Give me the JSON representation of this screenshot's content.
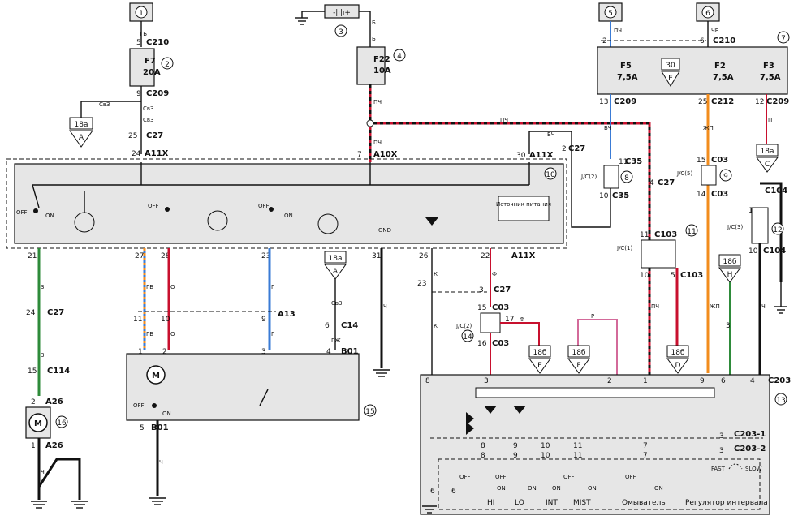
{
  "blocks": {
    "fuse_f7": {
      "name": "F7",
      "rating": "20A",
      "callout": "2"
    },
    "fuse_f22": {
      "name": "F22",
      "rating": "10A",
      "callout": "4"
    },
    "battery": {
      "callout": "3"
    },
    "fuse_block_7": {
      "callout": "7",
      "f5": "F5",
      "f5_rating": "7,5A",
      "f2": "F2",
      "f2_rating": "7,5A",
      "f3": "F3",
      "f3_rating": "7,5A",
      "ref30": "30",
      "refE": "E"
    },
    "relay_module_10": {
      "callout": "10",
      "power_label": "Источник питания",
      "off1": "OFF",
      "on1": "ON",
      "off2": "OFF",
      "off3": "OFF",
      "on3": "ON",
      "gnd": "GND"
    },
    "jc2_c35": {
      "label": "J/C(2)",
      "callout": "8",
      "c_top": "C35",
      "c_bot": "C35",
      "p_top": "11",
      "p_bot": "10"
    },
    "jc5_c03": {
      "label": "J/C(5)",
      "callout": "9",
      "c_top": "C03",
      "c_bot": "C03",
      "p_top": "15",
      "p_bot": "14"
    },
    "jc3_c104": {
      "label": "J/C(3)",
      "callout": "12",
      "c_top": "C104",
      "c_bot": "C104",
      "p_top": "11",
      "p_bot": "10"
    },
    "jc1_c103": {
      "label": "J/C(1)",
      "callout": "11",
      "c_top": "C103",
      "c_bot": "C103",
      "p_a": "11",
      "p_b": "10",
      "p_c": "5"
    },
    "jc2_c03": {
      "label": "J/C(2)",
      "callout": "14",
      "c_top": "C03",
      "c_bot": "C03",
      "p_a": "15",
      "p_b": "17",
      "p_c": "16"
    },
    "wiper_motor_15": {
      "callout": "15",
      "off": "OFF",
      "on": "ON",
      "conn": "B01",
      "conn2": "B01",
      "motor": "M"
    },
    "washer_motor_16": {
      "callout": "16",
      "motor": "M",
      "conn": "A26",
      "conn2": "A26"
    },
    "switch_13": {
      "callout": "13",
      "hi": "HI",
      "lo": "LO",
      "int": "INT",
      "mist": "MIST",
      "washer": "Омыватель",
      "interval": "Регулятор интервала",
      "fast": "FAST",
      "slow": "SLOW",
      "off_a": "OFF",
      "on_a": "ON",
      "off_b": "OFF",
      "on_b": "ON",
      "on_c": "ON",
      "off_d": "OFF",
      "on_d": "ON",
      "off_e": "OFF",
      "on_e": "ON",
      "conn": "C203",
      "conn_a": "C203-1",
      "conn_b": "C203-2"
    }
  },
  "source_circles": [
    "1",
    "5",
    "6"
  ],
  "connectors": {
    "c210_a": "C210",
    "c209_a": "C209",
    "c27_a": "C27",
    "a11x_a": "A11X",
    "a10x": "A10X",
    "a11x_b": "A11X",
    "c27_b": "C27",
    "c210_b": "C210",
    "c209_b": "C209",
    "c212": "C212",
    "c209_c": "C209",
    "c27_c": "C27",
    "c27_d": "C27",
    "c114": "C114",
    "a13": "A13",
    "c14": "C14",
    "a11x_c": "A11X",
    "c27_e": "C27"
  },
  "refs": {
    "r18a_1": "18а",
    "A_1": "A",
    "r18a_2": "18а",
    "C_2": "C",
    "r18a_3": "18а",
    "A_3": "A",
    "r18b_1": "18б",
    "H_1": "H",
    "r18b_2": "18б",
    "E_2": "E",
    "r18b_3": "18б",
    "F_3": "F",
    "r18b_4": "18б",
    "D_4": "D"
  },
  "wire_colors": {
    "w_gb": "ГБ",
    "w_sz1": "СвЗ",
    "w_sz2": "СвЗ",
    "w_sz3": "СвЗ",
    "w_pch1": "ПЧ",
    "w_pch2": "ПЧ",
    "w_b1": "Б",
    "w_b2": "Б",
    "w_pch3": "ПЧ",
    "w_chb": "ЧБ",
    "w_bch1": "БЧ",
    "w_bch2": "БЧ",
    "w_bch3": "БЧ",
    "w_pch4": "ПЧ",
    "w_zhp1": "ЖП",
    "w_zhp2": "ЖП",
    "w_p1": "П",
    "w_z1": "З",
    "w_z2": "З",
    "w_gb2": "ГБ",
    "w_o1": "О",
    "w_gb3": "ГБ",
    "w_o2": "О",
    "w_gb4": "Г",
    "w_gb5": "Г",
    "w_gzh": "ГЖ",
    "w_ch1": "Ч",
    "w_k1": "К",
    "w_k2": "К",
    "w_f1": "Ф",
    "w_f2": "Ф",
    "w_r": "Р",
    "w_pch5": "ПЧ",
    "w_zhp3": "ЖП",
    "w_ch2": "Ч",
    "w_ch3": "Ч",
    "w_ch4": "Ч",
    "w_ch5": "Ч"
  },
  "pins": {
    "p5": "5",
    "p9": "9",
    "p25": "25",
    "p24": "24",
    "p7": "7",
    "p30": "30",
    "p2": "2",
    "p2b": "2",
    "p6": "6",
    "p13": "13",
    "p25b": "25",
    "p12": "12",
    "p15b": "15",
    "p14b": "14",
    "p4": "4",
    "p21": "21",
    "p27": "27",
    "p28": "28",
    "p23": "23",
    "p31": "31",
    "p26": "26",
    "p22": "22",
    "p3": "3",
    "p24b": "24",
    "p3b": "3",
    "p15c": "15",
    "p11": "11",
    "p10": "10",
    "p9b": "9",
    "p6b": "6",
    "p3c": "3",
    "p2c": "2",
    "p3d": "3",
    "p4b": "4",
    "p23b": "23",
    "p1": "1",
    "p2d": "2",
    "p1b": "1",
    "p5b": "5",
    "p8": "8",
    "p9c": "9",
    "p1c": "1",
    "p3e": "3",
    "p2e": "2",
    "p6c": "6",
    "p4c": "4",
    "p9d": "9",
    "p8b": "8",
    "p8c": "8",
    "p10b": "10",
    "p10c": "10",
    "p11b": "11",
    "p11c": "11",
    "p7b": "7",
    "p7c": "7",
    "p9e": "9",
    "p9f": "9",
    "p3f": "3",
    "p3g": "3",
    "p6d": "6",
    "p6e": "6"
  },
  "colors": {
    "red": "#c8102e",
    "black": "#111111",
    "blue": "#3a7bd5",
    "orange": "#f28c1d",
    "green": "#2e8b3a",
    "gray": "#888888",
    "pink": "#d36a9a",
    "fill": "#e6e6e6"
  }
}
